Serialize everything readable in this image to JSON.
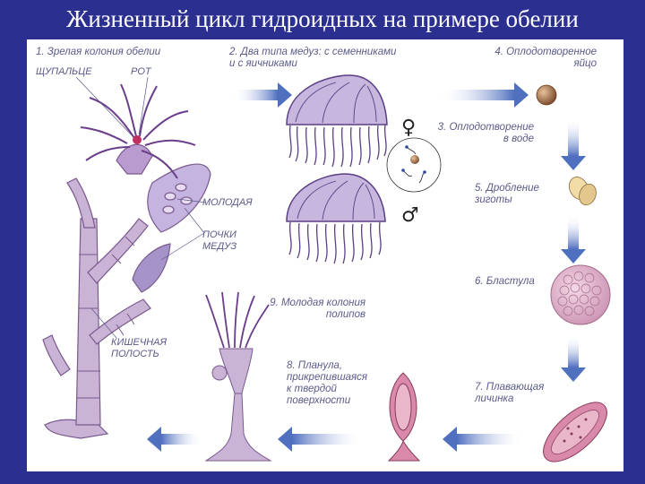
{
  "title": "Жизненный цикл гидроидных на примере обелии",
  "colors": {
    "background": "#2b2f8f",
    "panel": "#ffffff",
    "label": "#5a5a8a",
    "colony": "#c9b4d6",
    "colony_stroke": "#7a5a8e",
    "medusa": "#c7b6dd",
    "medusa_stroke": "#5b3f84",
    "egg": "#8a5a3a",
    "arrow_blue": "#4f6fbf",
    "blastula": "#e3bbd3",
    "larva": "#d98aab"
  },
  "labels": {
    "step1": "1. Зрелая колония обелии",
    "tentacle": "ЩУПАЛЬЦЕ",
    "mouth": "РОТ",
    "step2_line1": "2. Два типа медуз: с семенниками",
    "step2_line2": "и с яичниками",
    "step3_line1": "3. Оплодотворение",
    "step3_line2": "в воде",
    "step4_line1": "4. Оплодотворенное",
    "step4_line2": "яйцо",
    "young": "МОЛОДАЯ",
    "buds_line1": "ПОЧКИ",
    "buds_line2": "МЕДУЗ",
    "step5_line1": "5. Дробление",
    "step5_line2": "зиготы",
    "step6": "6. Бластула",
    "step9_line1": "9. Молодая колония",
    "step9_line2": "полипов",
    "gut_line1": "КИШЕЧНАЯ",
    "gut_line2": "ПОЛОСТЬ",
    "step8_line1": "8. Планула,",
    "step8_line2": "прикрепившаяся",
    "step8_line3": "к твердой",
    "step8_line4": "поверхности",
    "step7_line1": "7. Плавающая",
    "step7_line2": "личинка",
    "female_symbol": "♀",
    "male_symbol": "♂"
  },
  "icons": [
    "female-symbol-icon",
    "male-symbol-icon",
    "flow-arrow-icon"
  ]
}
